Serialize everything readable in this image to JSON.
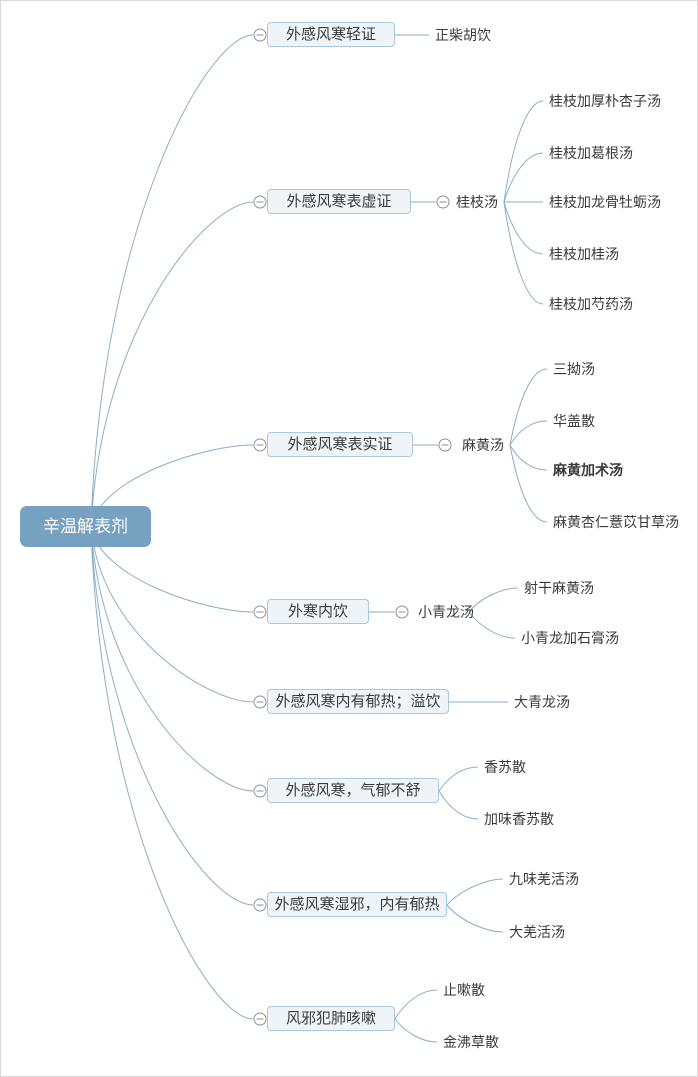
{
  "root": {
    "label": "辛温解表剂"
  },
  "branches": [
    {
      "label": "外感风寒轻证",
      "formulas": [
        {
          "label": "正柴胡饮"
        }
      ]
    },
    {
      "label": "外感风寒表虚证",
      "mid": "桂枝汤",
      "formulas": [
        {
          "label": "桂枝加厚朴杏子汤"
        },
        {
          "label": "桂枝加葛根汤"
        },
        {
          "label": "桂枝加龙骨牡蛎汤"
        },
        {
          "label": "桂枝加桂汤"
        },
        {
          "label": "桂枝加芍药汤"
        }
      ]
    },
    {
      "label": "外感风寒表实证",
      "mid": "麻黄汤",
      "formulas": [
        {
          "label": "三拗汤"
        },
        {
          "label": "华盖散"
        },
        {
          "label": "麻黄加术汤",
          "bold": true
        },
        {
          "label": "麻黄杏仁薏苡甘草汤"
        }
      ]
    },
    {
      "label": "外寒内饮",
      "mid": "小青龙汤",
      "formulas": [
        {
          "label": "射干麻黄汤"
        },
        {
          "label": "小青龙加石膏汤"
        }
      ]
    },
    {
      "label": "外感风寒内有郁热；溢饮",
      "formulas": [
        {
          "label": "大青龙汤"
        }
      ]
    },
    {
      "label": "外感风寒，气郁不舒",
      "formulas": [
        {
          "label": "香苏散"
        },
        {
          "label": "加味香苏散"
        }
      ]
    },
    {
      "label": "外感风寒湿邪，内有郁热",
      "formulas": [
        {
          "label": "九味羌活汤"
        },
        {
          "label": "大羌活汤"
        }
      ]
    },
    {
      "label": "风邪犯肺咳嗽",
      "formulas": [
        {
          "label": "止嗽散"
        },
        {
          "label": "金沸草散"
        }
      ]
    }
  ],
  "icons": {
    "collapse": "minus-circle"
  },
  "colors": {
    "root_bg": "#76a1c1",
    "root_text": "#ffffff",
    "node_bg": "#eff4f9",
    "node_border": "#a9c7df",
    "line": "#8aaec9",
    "toggle_stroke": "#8f8f8f",
    "text": "#3a3a3a"
  }
}
